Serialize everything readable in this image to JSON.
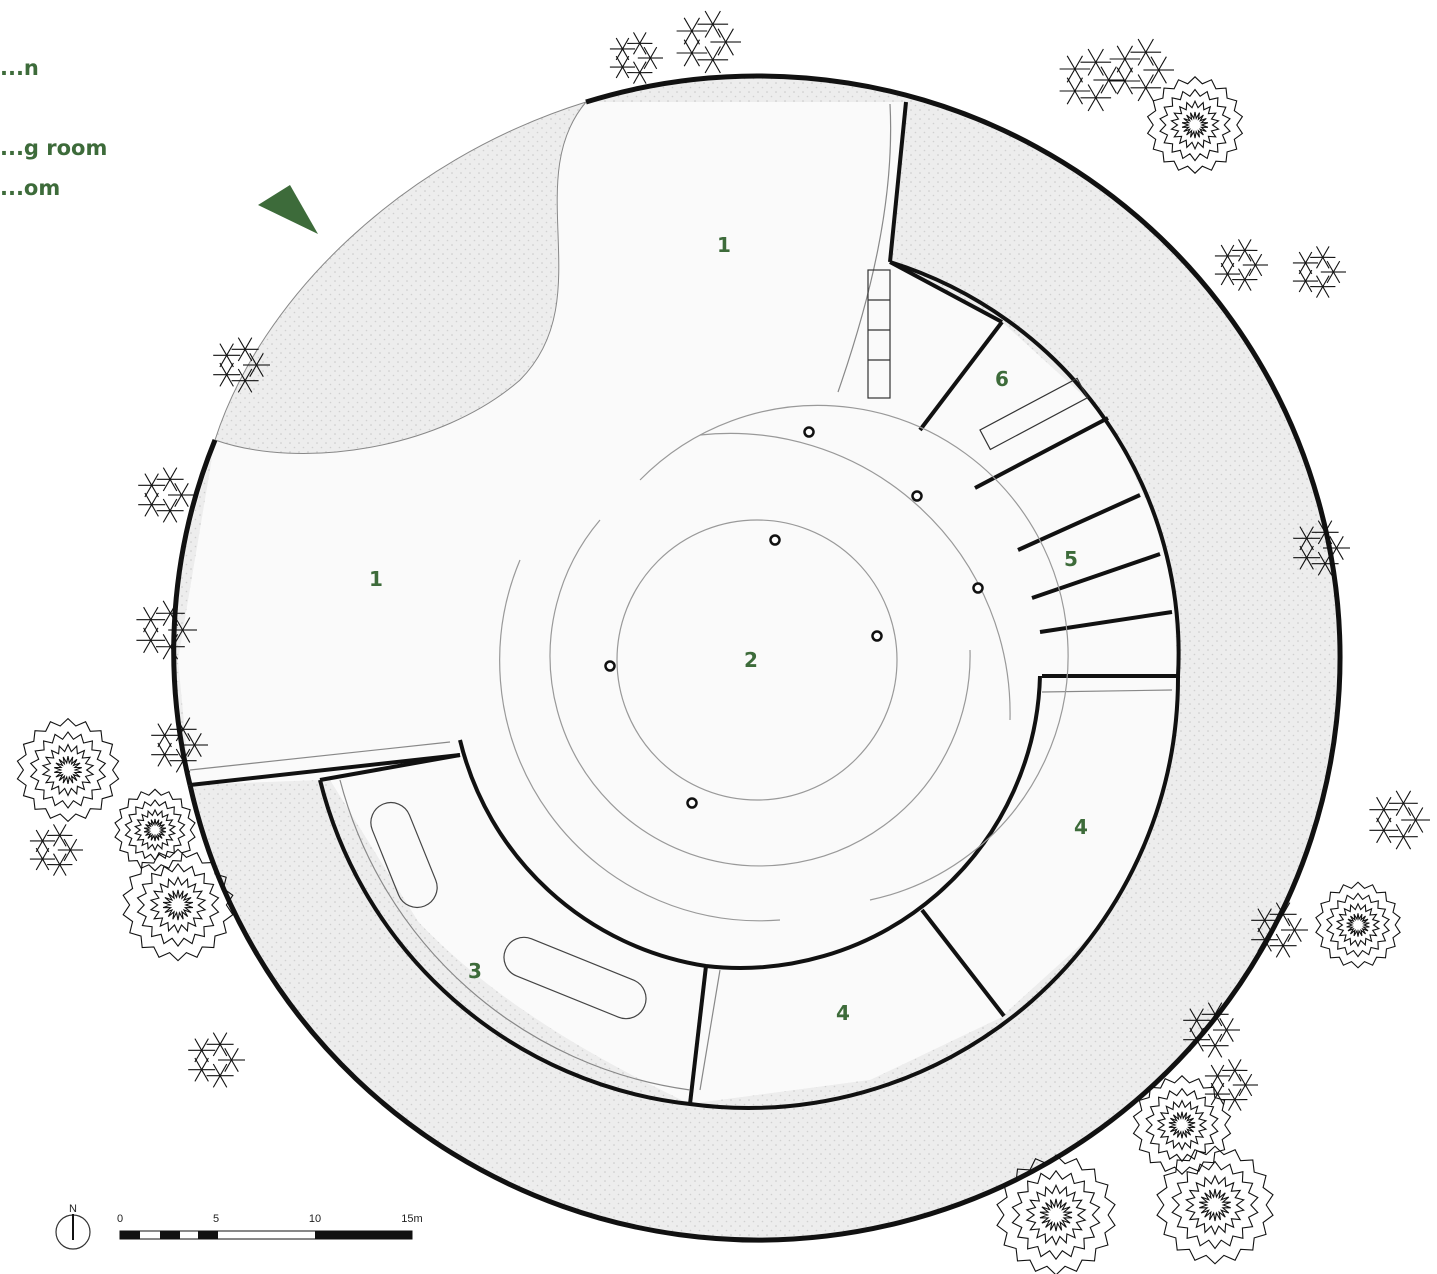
{
  "legend": [
    "...n",
    "",
    "...g room",
    "...om"
  ],
  "rooms": {
    "r1a": "1",
    "r1b": "1",
    "r2": "2",
    "r3": "3",
    "r4a": "4",
    "r4b": "4",
    "r5": "5",
    "r6": "6"
  },
  "scale_bar": {
    "labels": [
      "0",
      "5",
      "10",
      "15m"
    ]
  },
  "north": {
    "label": "N"
  },
  "colors": {
    "accent": "#3d6b3a",
    "line": "#111111",
    "garden_fill": "#ececec",
    "interior_fill": "#fafafa"
  }
}
